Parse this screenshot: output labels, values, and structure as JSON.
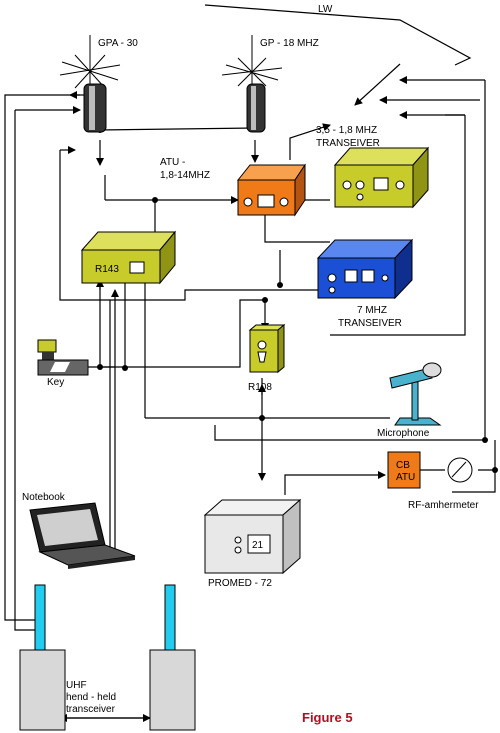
{
  "labels": {
    "lw": "LW",
    "gpa30": "GPA - 30",
    "gp18": "GP - 18 MHZ",
    "atu_line1": "ATU -",
    "atu_line2": "1,8-14MHZ",
    "trx35_line1": "3,5 - 1,8 MHZ",
    "trx35_line2": "TRANSEIVER",
    "r143": "R143",
    "trx7_line1": "7 MHZ",
    "trx7_line2": "TRANSEIVER",
    "key": "Key",
    "r108": "R108",
    "microphone": "Microphone",
    "notebook": "Notebook",
    "cb_atu_line1": "CB",
    "cb_atu_line2": "ATU",
    "rf_meter": "RF-amhermeter",
    "promed": "PROMED - 72",
    "promed_display": "21",
    "uhf_line1": "UHF",
    "uhf_line2": "hend - held",
    "uhf_line3": "transceiver",
    "figure": "Figure 5"
  },
  "colors": {
    "olive": "#c8cc2a",
    "olive_dark": "#8f9414",
    "orange": "#f07a18",
    "blue": "#1a4fd6",
    "cyan": "#22ccee",
    "gray_box": "#d8d8d8",
    "mic_blue": "#4ab2cc",
    "figure_red": "#b01020"
  }
}
